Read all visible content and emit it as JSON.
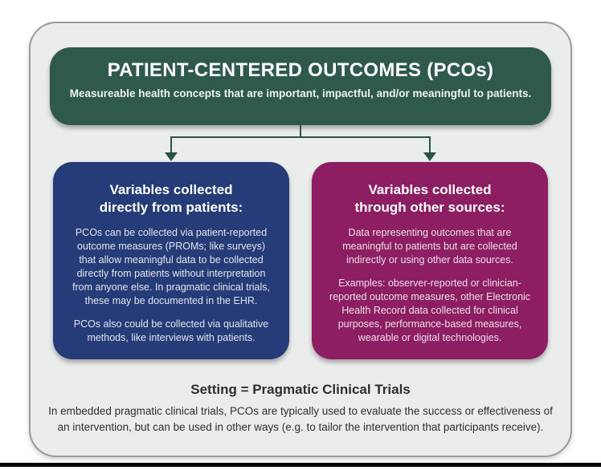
{
  "colors": {
    "page_background": "#ffffff",
    "card_background": "#ebedec",
    "card_border": "#9b9b9b",
    "header_green": "#30594d",
    "left_box_blue": "#253c79",
    "right_box_magenta": "#8d1e61",
    "connector_green": "#2d5348",
    "footer_text": "#2e2e2e",
    "bottom_bar": "#000000"
  },
  "header": {
    "title": "PATIENT-CENTERED OUTCOMES (PCOs)",
    "subtitle": "Measureable health concepts that are important, impactful, and/or meaningful to patients."
  },
  "left_box": {
    "heading": "Variables collected directly from patients:",
    "paragraphs": [
      "PCOs can be collected via patient-reported outcome measures (PROMs; like surveys) that allow meaningful data to be collected directly from patients without interpretation from anyone else. In pragmatic clinical trials, these may be documented in the EHR.",
      "PCOs also could be collected via qualitative methods, like interviews with patients."
    ]
  },
  "right_box": {
    "heading": "Variables collected through other sources:",
    "paragraphs": [
      "Data representing outcomes that are meaningful to patients but are collected indirectly or using other data sources.",
      "Examples: observer-reported or clinician-reported outcome measures, other Electronic Health Record data collected for clinical purposes, performance-based measures, wearable or digital technologies."
    ]
  },
  "footer": {
    "heading": "Setting = Pragmatic Clinical Trials",
    "body": "In embedded pragmatic clinical trials, PCOs are typically used to evaluate the success or effectiveness of an intervention, but can be used in other ways (e.g. to tailor the intervention that participants receive)."
  }
}
